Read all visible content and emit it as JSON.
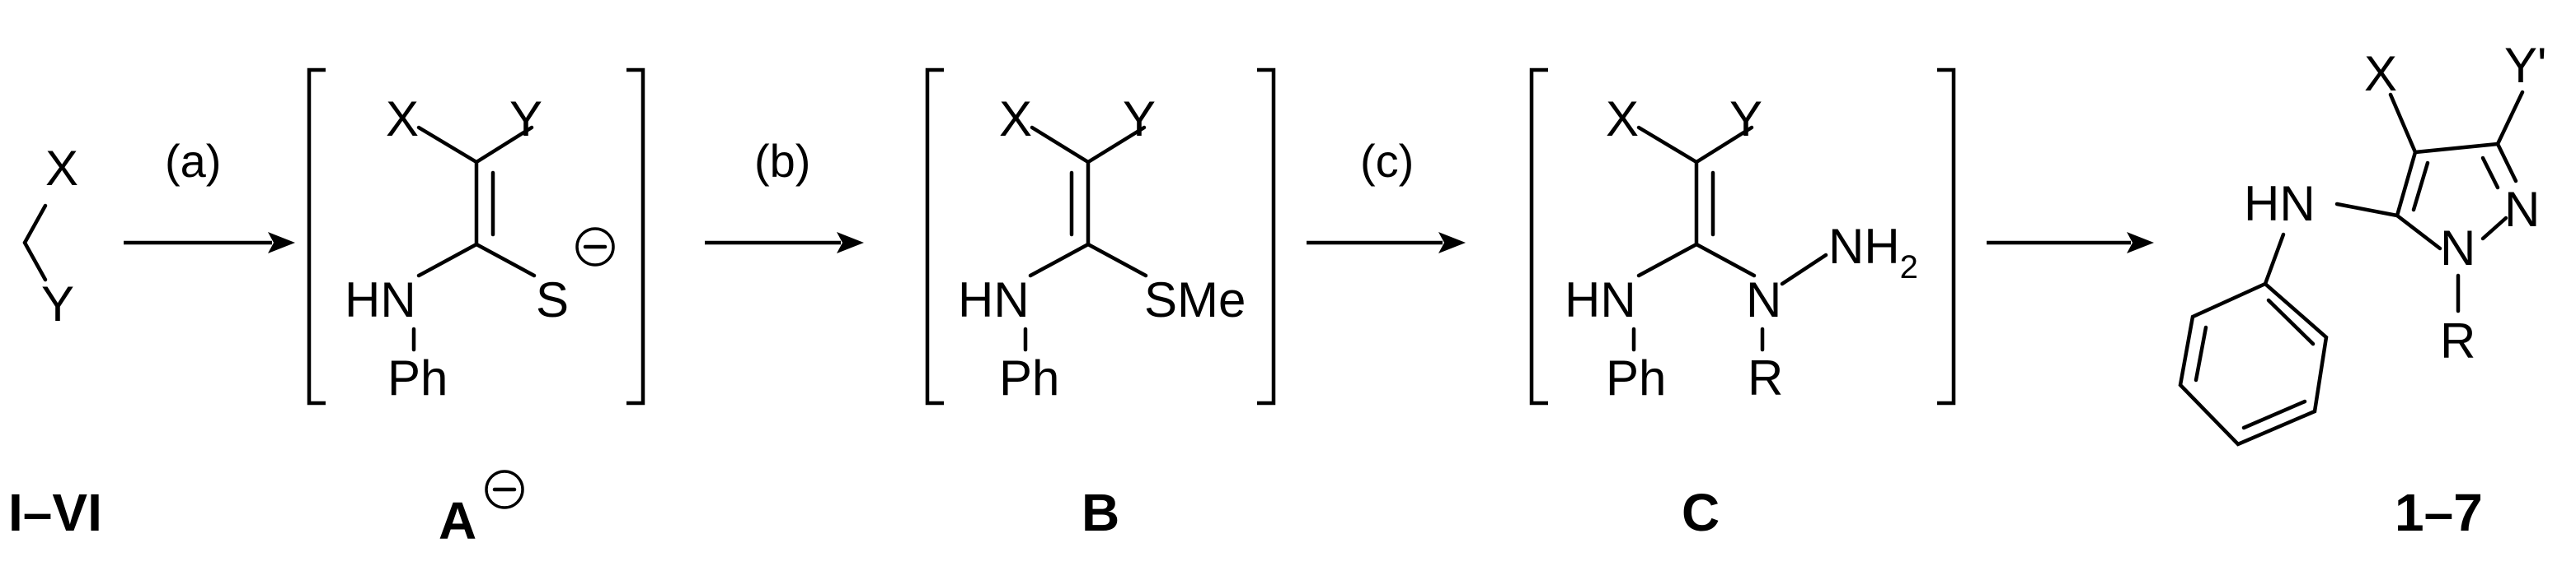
{
  "scheme": {
    "start": {
      "x": "X",
      "y": "Y",
      "label": "I–VI"
    },
    "A": {
      "x": "X",
      "y": "Y",
      "nh": "HN",
      "ph": "Ph",
      "s": "S",
      "label": "A"
    },
    "B": {
      "x": "X",
      "y": "Y",
      "nh": "HN",
      "ph": "Ph",
      "sme": "SMe",
      "label": "B"
    },
    "C": {
      "x": "X",
      "y": "Y",
      "nh": "HN",
      "ph": "Ph",
      "n": "N",
      "nh2": "NH",
      "nh2_sub": "2",
      "r": "R",
      "label": "C"
    },
    "product": {
      "x": "X",
      "y": "Y'",
      "hn": "HN",
      "n1": "N",
      "n2": "N",
      "r": "R",
      "label": "1–7"
    },
    "conditions": {
      "a": "(a)",
      "b": "(b)",
      "c": "(c)"
    }
  }
}
